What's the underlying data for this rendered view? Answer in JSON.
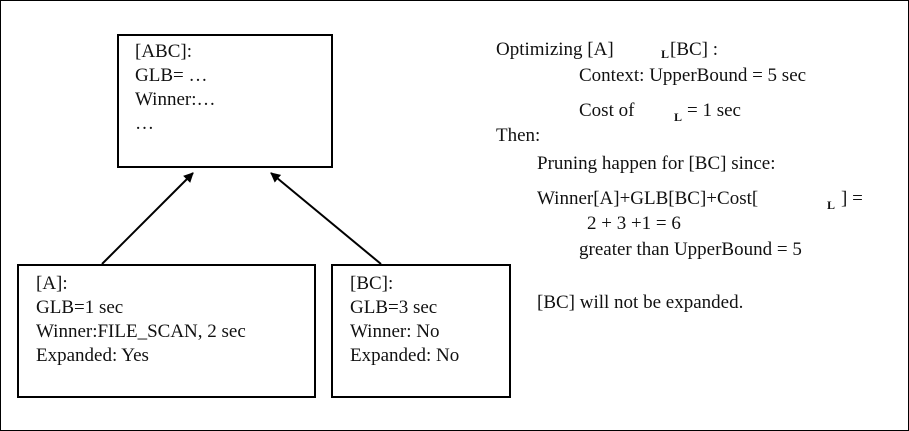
{
  "nodes": {
    "abc": {
      "lines": [
        "[ABC]:",
        "GLB= …",
        "Winner:…",
        "…"
      ]
    },
    "a": {
      "lines": [
        "[A]:",
        "GLB=1 sec",
        "Winner:FILE_SCAN, 2 sec",
        "Expanded: Yes"
      ]
    },
    "bc": {
      "lines": [
        "[BC]:",
        "GLB=3 sec",
        "Winner: No",
        "Expanded: No"
      ]
    }
  },
  "explanation": {
    "heading_pre": "Optimizing [A]",
    "heading_sub": "L",
    "heading_post": "[BC] :",
    "context": "Context: UpperBound = 5 sec",
    "cost_pre": "Cost of",
    "cost_sub": "L",
    "cost_post": "= 1 sec",
    "then": "Then:",
    "pruning": "Pruning happen for [BC] since:",
    "sum_pre": "Winner[A]+GLB[BC]+Cost[",
    "sum_sub": "L",
    "sum_post": "] =",
    "arith": "2 + 3 +1 = 6",
    "compare": "greater than UpperBound = 5",
    "conclusion": "[BC] will not be expanded."
  }
}
